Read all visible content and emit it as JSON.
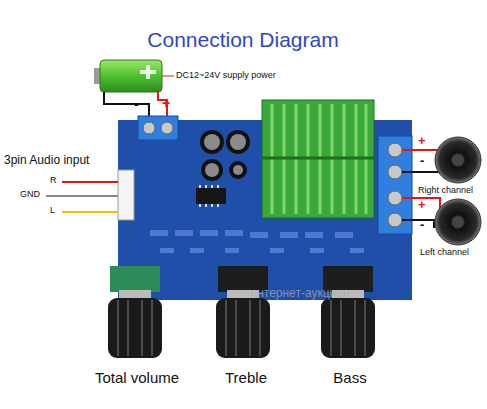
{
  "diagram": {
    "title": "Connection Diagram",
    "labels": [
      "DC12~24V supply power",
      "-",
      "+",
      "3pin Audio input",
      "R",
      "GND",
      "L",
      "+",
      "-",
      "Right channel",
      "+",
      "-",
      "Left channel",
      "Total volume",
      "Treble",
      "Bass",
      "интернет-аукцион"
    ]
  }
}
